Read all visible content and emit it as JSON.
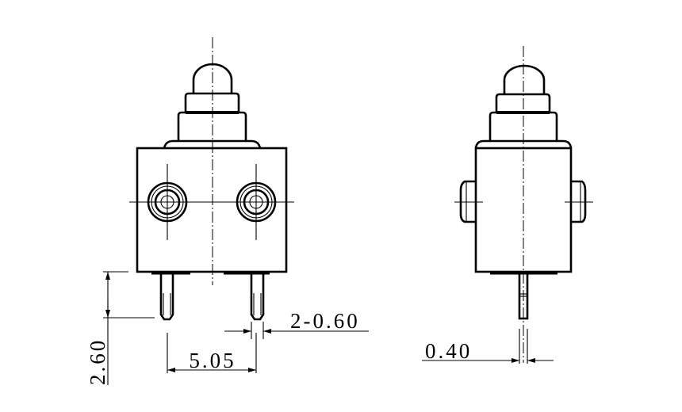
{
  "dimensions": {
    "pin_length": "2.60",
    "pin_pitch": "5.05",
    "pin_width": "2-0.60",
    "pin_thickness": "0.40"
  },
  "colors": {
    "line": "#000000",
    "background": "#ffffff"
  }
}
